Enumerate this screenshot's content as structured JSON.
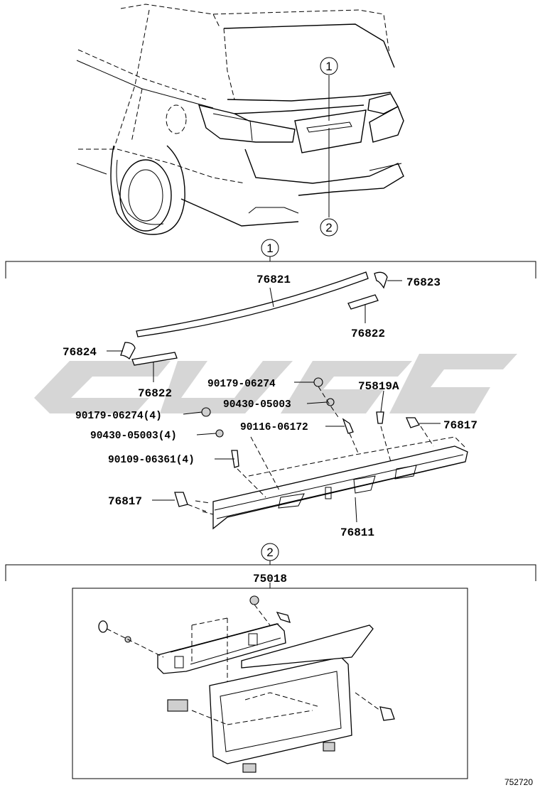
{
  "callouts": {
    "one": "1",
    "two": "2"
  },
  "section1": {
    "parts": {
      "p76821": "76821",
      "p76823": "76823",
      "p76822_a": "76822",
      "p76824": "76824",
      "p76822_b": "76822",
      "p90179_a": "90179-06274",
      "p90430_a": "90430-05003",
      "p75819A": "75819A",
      "p90179_b": "90179-06274(4)",
      "p90116": "90116-06172",
      "p76817_r": "76817",
      "p90430_b": "90430-05003(4)",
      "p90109": "90109-06361(4)",
      "p76817_l": "76817",
      "p76811": "76811"
    }
  },
  "section2": {
    "parts": {
      "p75018": "75018"
    }
  },
  "figure_id": "752720"
}
